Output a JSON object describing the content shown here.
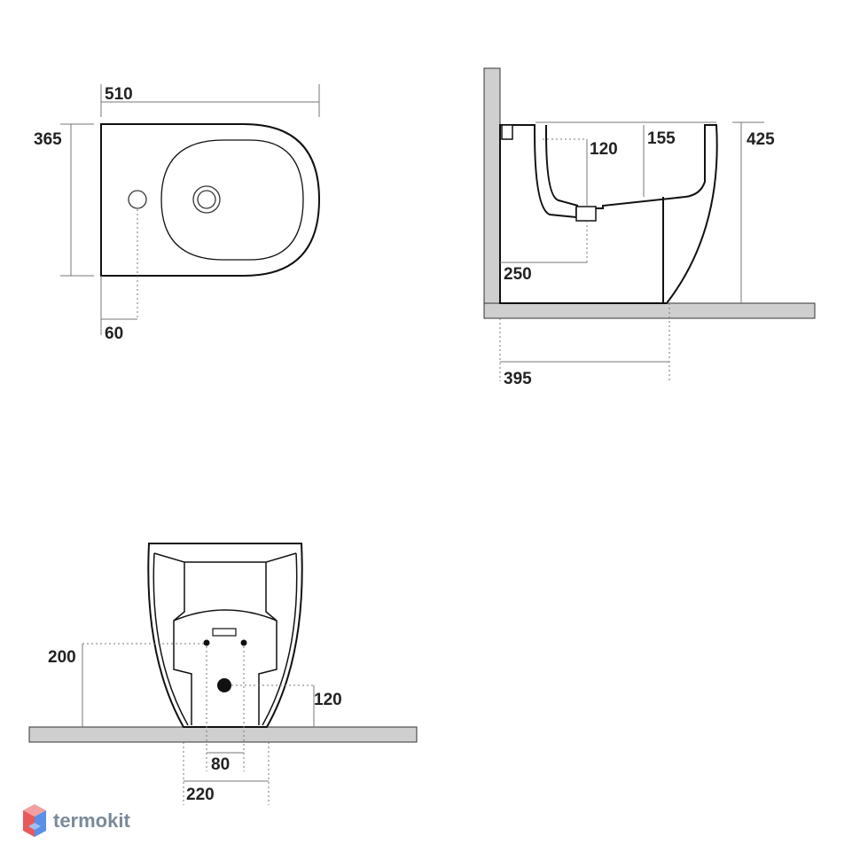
{
  "drawing": {
    "top_view": {
      "width_label": "510",
      "depth_label": "365",
      "hole_offset_label": "60"
    },
    "side_view": {
      "inlet_height_label": "120",
      "rim_offset_label": "155",
      "total_height_label": "425",
      "drain_distance_label": "250",
      "floor_depth_label": "395"
    },
    "front_view": {
      "inlet_height_label": "200",
      "drain_height_label": "120",
      "bolt_spacing_label": "80",
      "base_width_label": "220"
    }
  },
  "brand": {
    "name": "termokit",
    "colors": {
      "logo_red": "#e85a5a",
      "logo_blue": "#5a8ee8"
    }
  }
}
